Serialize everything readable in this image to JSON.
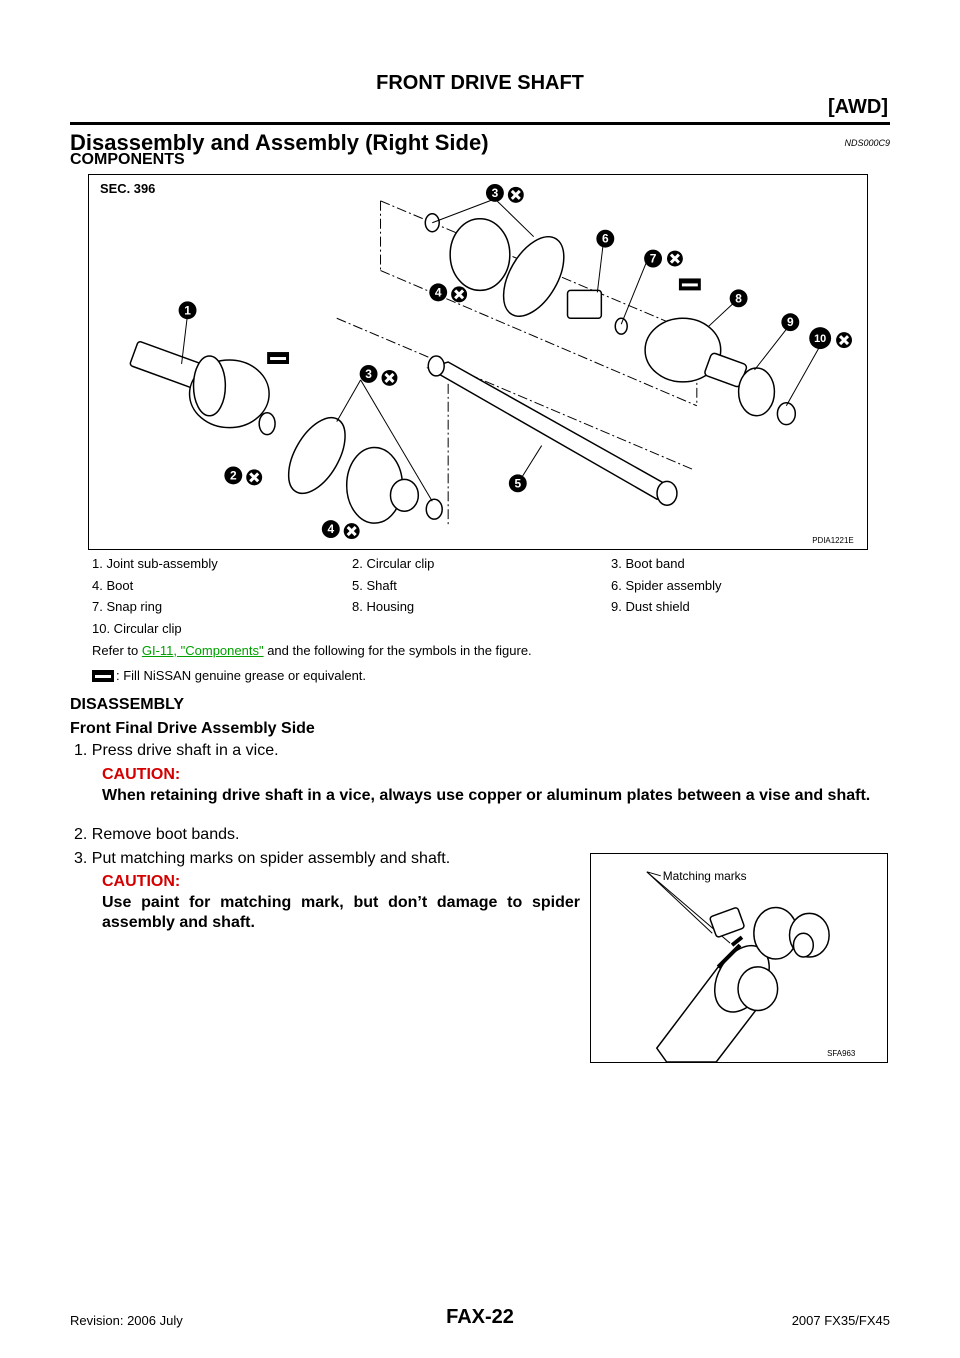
{
  "header": {
    "title": "FRONT DRIVE SHAFT",
    "subtitle": "[AWD]"
  },
  "section": {
    "title": "Disassembly and Assembly (Right Side)",
    "code": "NDS000C9",
    "subtitle": "COMPONENTS"
  },
  "figure1": {
    "sec_label": "SEC. 396",
    "code": "PDIA1221E",
    "callouts": [
      "1",
      "2",
      "3",
      "4",
      "5",
      "6",
      "7",
      "8",
      "9",
      "10"
    ]
  },
  "legend": [
    [
      "1.  Joint sub-assembly",
      "2.  Circular clip",
      "3.  Boot band"
    ],
    [
      "4.  Boot",
      "5.  Shaft",
      "6.  Spider assembly"
    ],
    [
      "7.  Snap ring",
      "8.  Housing",
      "9.  Dust shield"
    ],
    [
      "10.  Circular clip",
      "",
      ""
    ]
  ],
  "refer": {
    "prefix": "Refer to ",
    "link": "GI-11, \"Components\"",
    "suffix": "  and the following for the symbols in the figure."
  },
  "fill_note": ": Fill NiSSAN genuine grease or equivalent.",
  "disassembly": {
    "heading": "DISASSEMBLY",
    "subheading": "Front Final Drive Assembly Side",
    "step1": "1.   Press drive shaft in a vice.",
    "caution_label": "CAUTION:",
    "caution1": "When retaining drive shaft in a vice, always use copper or aluminum plates between a vise and shaft.",
    "step2": "2.   Remove boot bands.",
    "step3": "3.   Put matching marks on spider assembly and shaft.",
    "caution3": "Use paint for matching mark, but don’t damage to spider assembly and shaft."
  },
  "figure2": {
    "label": "Matching marks",
    "code": "SFA963"
  },
  "footer": {
    "page": "FAX-22",
    "revision": "Revision: 2006 July",
    "model": "2007 FX35/FX45"
  }
}
